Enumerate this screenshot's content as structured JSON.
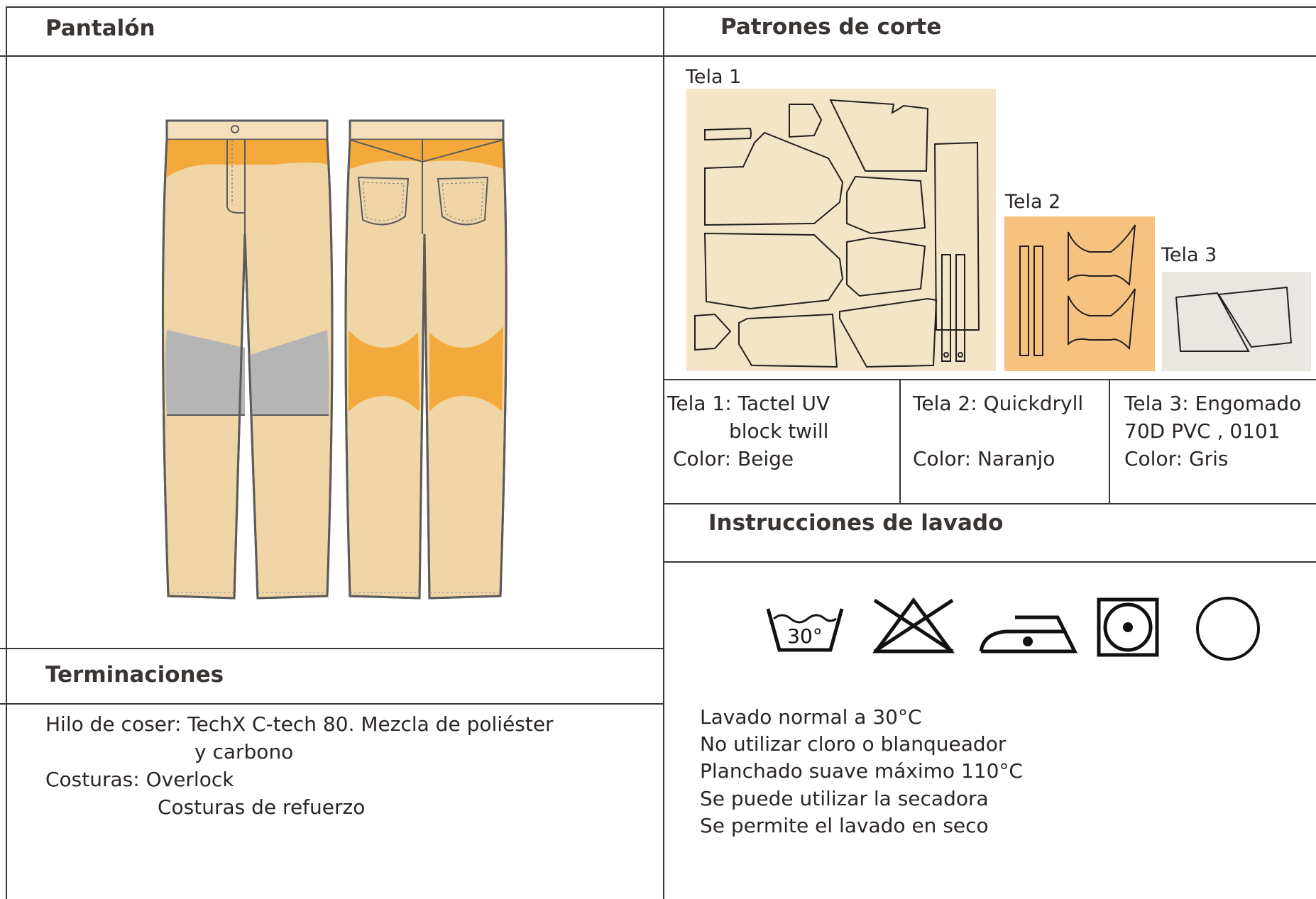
{
  "sections": {
    "pantalon": "Pantalón",
    "patrones": "Patrones de corte",
    "terminaciones": "Terminaciones",
    "lavado": "Instrucciones de lavado"
  },
  "fabric_labels": [
    "Tela 1",
    "Tela 2",
    "Tela 3"
  ],
  "fabrics": [
    {
      "lines": [
        "Tela 1: Tactel UV",
        "block twill",
        "Color: Beige"
      ]
    },
    {
      "lines": [
        "Tela 2: Quickdryll",
        "Color: Naranjo"
      ]
    },
    {
      "lines": [
        "Tela 3: Engomado",
        "70D PVC , 0101",
        "Color: Gris"
      ]
    }
  ],
  "terminaciones_lines": [
    "Hilo de coser: TechX C-tech 80. Mezcla de poliéster",
    "y carbono",
    "Costuras: Overlock",
    "Costuras de refuerzo"
  ],
  "wash_symbol_temp": "30°",
  "wash_instructions": [
    "Lavado normal a 30°C",
    "No utilizar cloro o blanqueador",
    "Planchado suave máximo 110°C",
    "Se puede utilizar la secadora",
    "Se permite el lavado en seco"
  ],
  "colors": {
    "beige": "#f0d6a6",
    "beige_light": "#f4e4c8",
    "waistband": "#f3dfbc",
    "orange": "#f4a93c",
    "orange_light": "#f6c27f",
    "gray": "#b5b5b5",
    "gray_light": "#e8e7e2",
    "outline": "#5b5b5b",
    "line": "#3a3433"
  }
}
